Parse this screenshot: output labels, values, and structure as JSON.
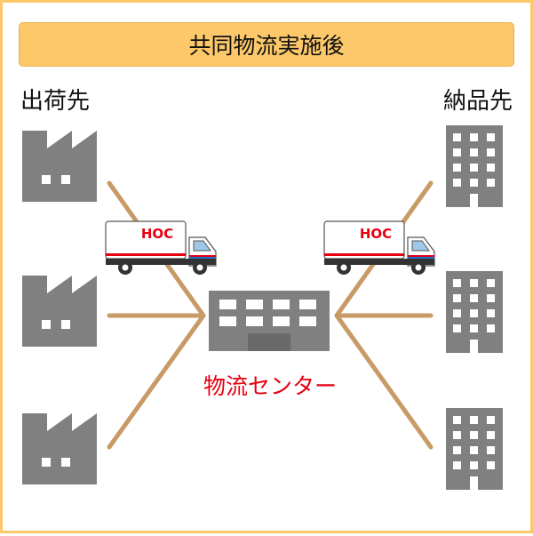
{
  "title": "共同物流実施後",
  "shipper_label": "出荷先",
  "receiver_label": "納品先",
  "center_label": "物流センター",
  "truck_logo": "HOC",
  "colors": {
    "title_bg": "#FCC86A",
    "frame": "#FCC86A",
    "building": "#808080",
    "route": "#C89A66",
    "center_text": "#E60012",
    "truck_logo": "#E60012",
    "truck_stripe_red": "#E60012",
    "truck_stripe_blue": "#1E73C8"
  },
  "icons": {
    "shippers": [
      "factory-icon",
      "factory-icon",
      "factory-icon"
    ],
    "receivers": [
      "office-building-icon",
      "office-building-icon",
      "office-building-icon"
    ],
    "center": "warehouse-icon",
    "vehicles": [
      "delivery-truck-icon",
      "delivery-truck-icon"
    ]
  }
}
